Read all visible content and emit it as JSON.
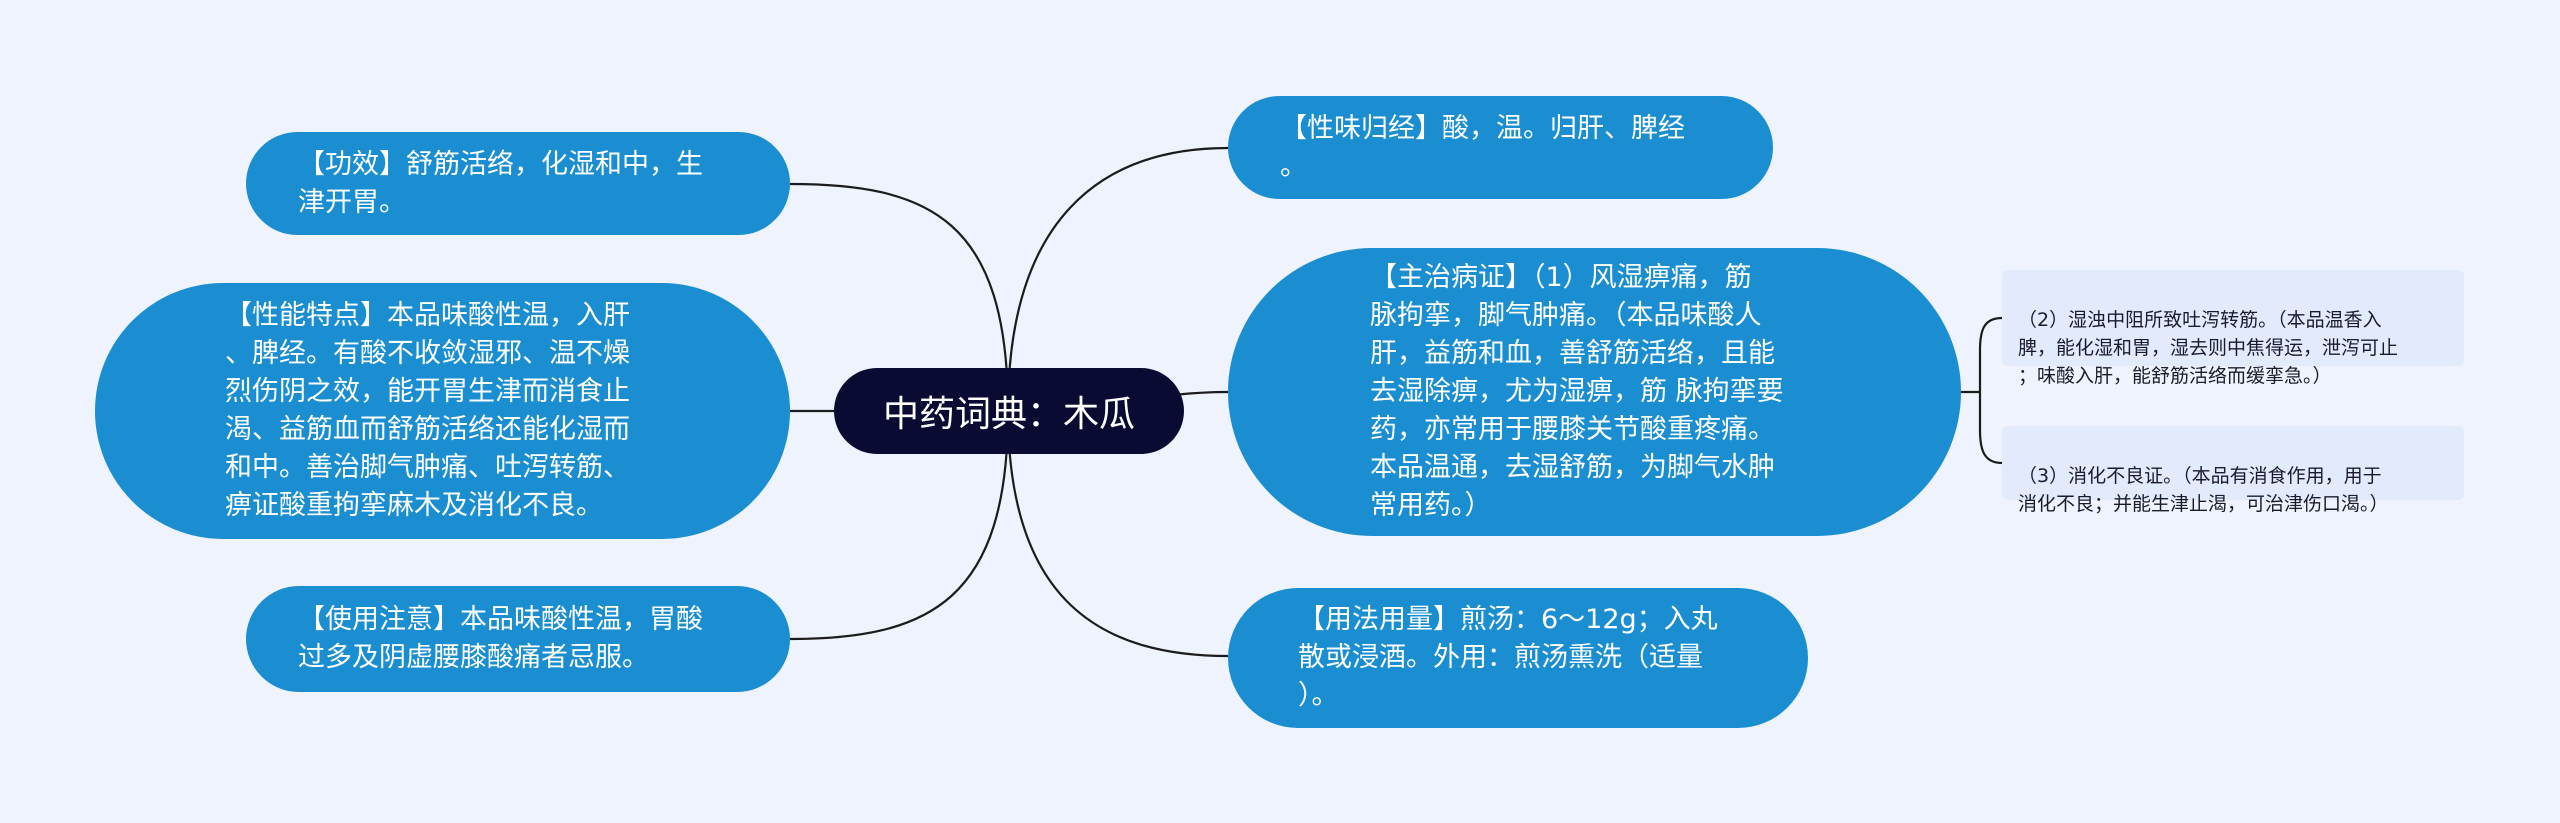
{
  "colors": {
    "background": "#eef3fd",
    "root_fill": "#0a0b33",
    "branch_fill": "#1a8ed0",
    "leaf_fill": "#e1ebfb",
    "connector": "#1c1c1c"
  },
  "root": {
    "label": "中药词典：木瓜"
  },
  "branches": {
    "gongxiao": "【功效】舒筋活络，化湿和中，生\n津开胃。",
    "xingneng": "【性能特点】本品味酸性温，入肝\n、脾经。有酸不收敛湿邪、温不燥\n烈伤阴之效，能开胃生津而消食止\n渴、益筋血而舒筋活络还能化湿而\n和中。善治脚气肿痛、吐泻转筋、\n痹证酸重拘挛麻木及消化不良。",
    "zhuyi": "【使用注意】本品味酸性温，胃酸\n过多及阴虚腰膝酸痛者忌服。",
    "xingwei": "【性味归经】酸，温。归肝、脾经\n。",
    "zhuzhi": "【主治病证】（1）风湿痹痛，筋\n脉拘挛，脚气肿痛。（本品味酸人\n肝，益筋和血，善舒筋活络，且能\n去湿除痹，尤为湿痹，筋 脉拘挛要\n药，亦常用于腰膝关节酸重疼痛。\n本品温通，去湿舒筋，为脚气水肿\n常用药。）",
    "yongfa": "【用法用量】煎汤：6～12g；入丸\n散或浸酒。外用：煎汤熏洗（适量\n）。"
  },
  "leaves": {
    "leaf2": "（2）湿浊中阻所致吐泻转筋。（本品温香入\n脾，能化湿和胃，湿去则中焦得运，泄泻可止\n；味酸入肝，能舒筋活络而缓挛急。）",
    "leaf3": "（3）消化不良证。（本品有消食作用，用于\n消化不良；并能生津止渴，可治津伤口渴。）"
  }
}
